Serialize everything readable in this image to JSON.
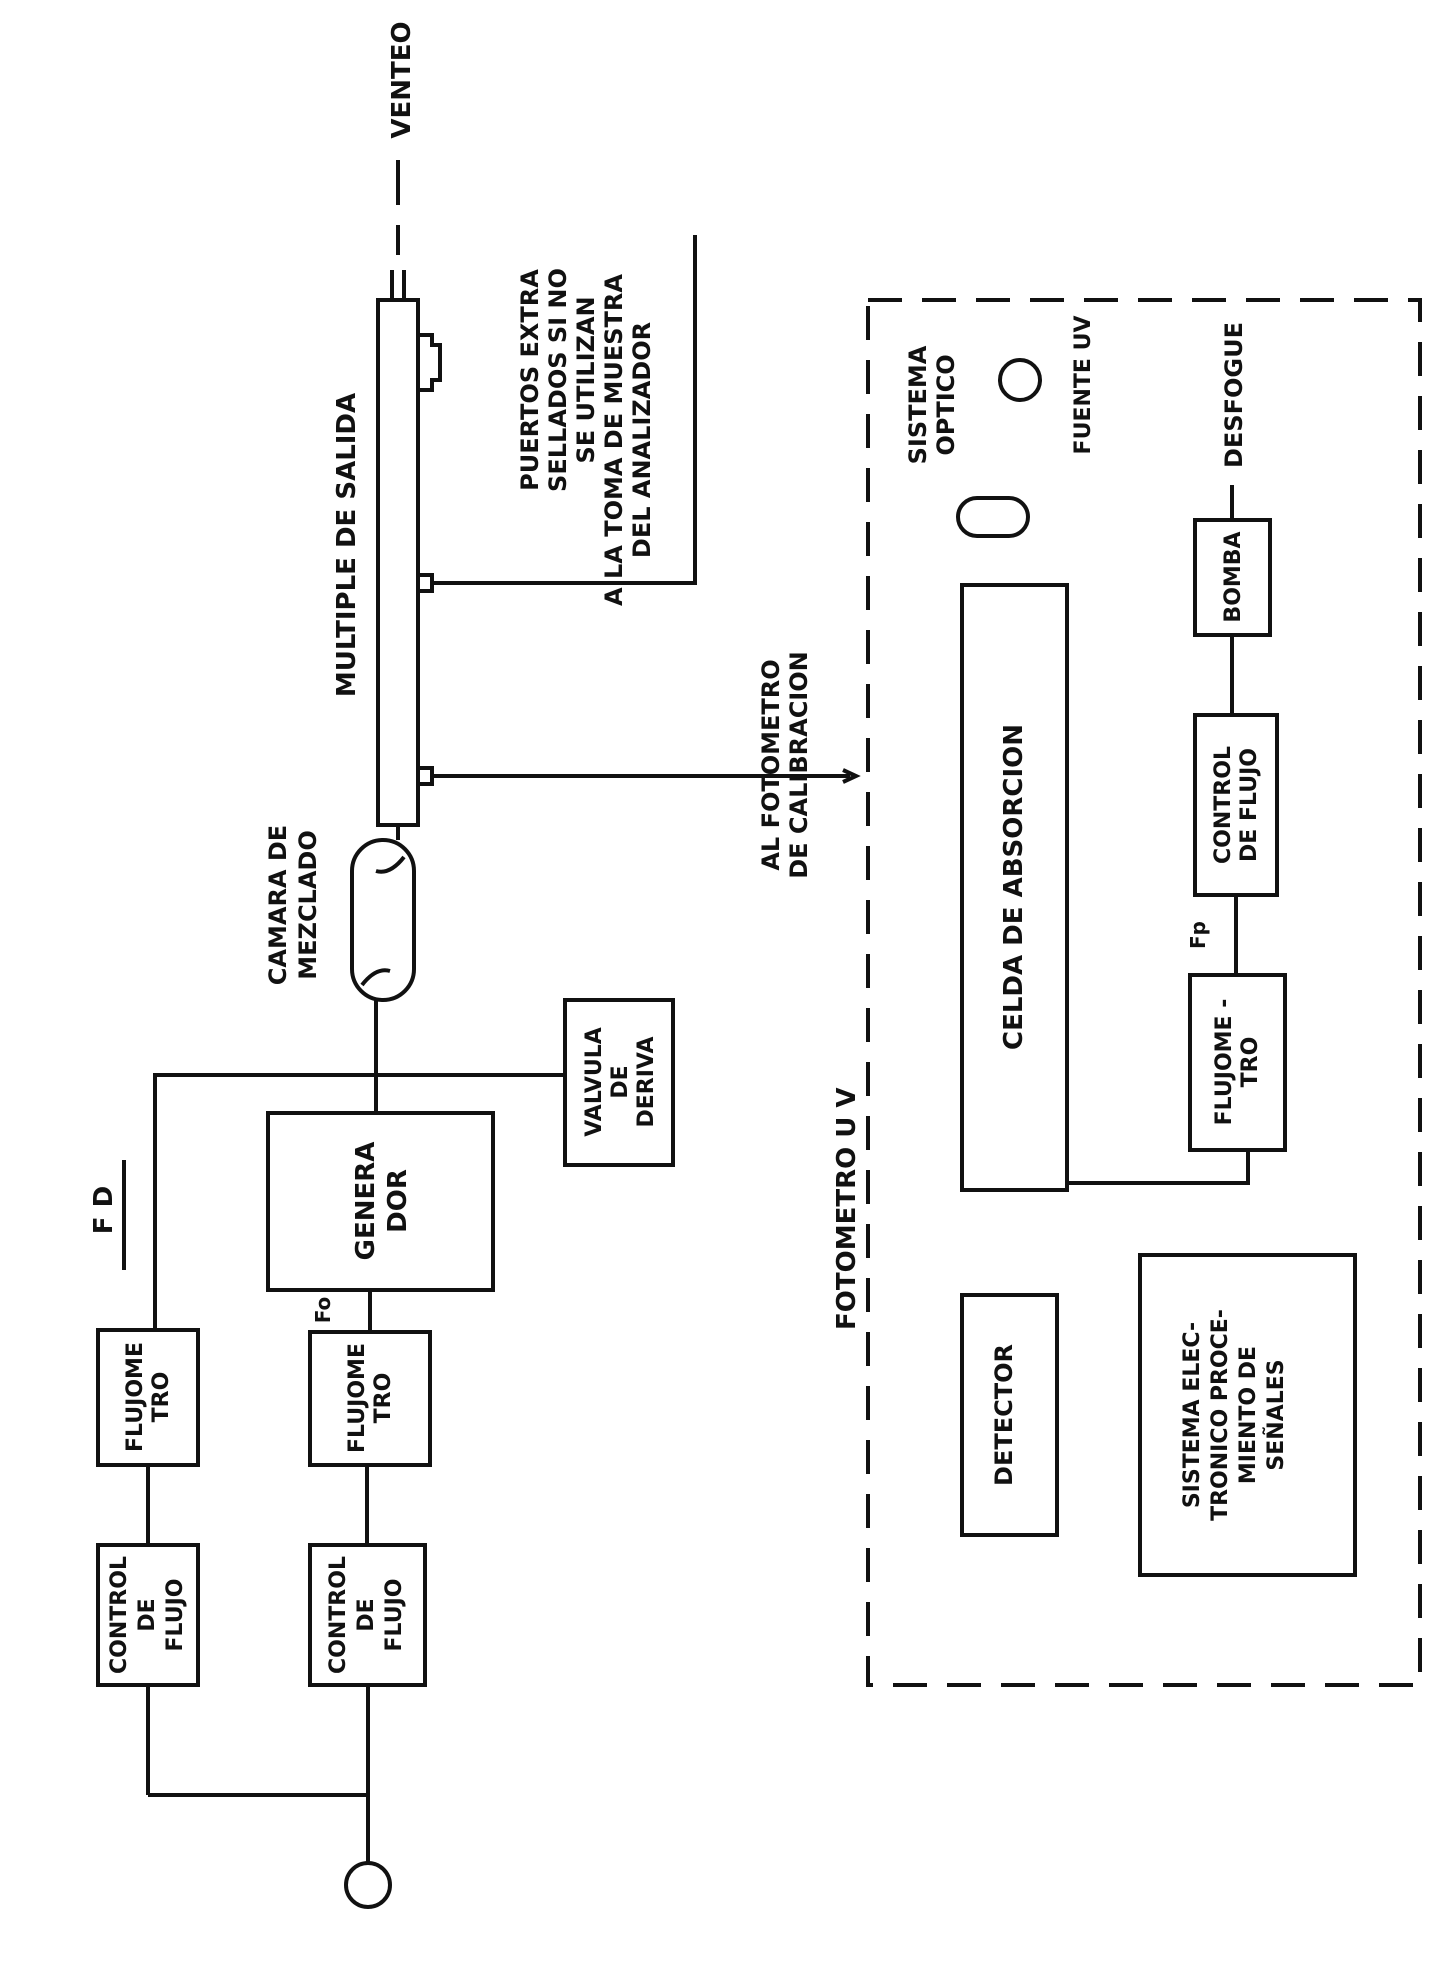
{
  "labels": {
    "venteo": "VENTEO",
    "multiple": "MULTIPLE DE SALIDA",
    "puertos": [
      "PUERTOS EXTRA",
      "SELLADOS SI NO",
      "SE UTILIZAN"
    ],
    "toma": [
      "A LA TOMA DE MUESTRA",
      "DEL ANALIZADOR"
    ],
    "al_fotometro": [
      "AL FOTOMETRO",
      "DE CALIBRACION"
    ],
    "camara": [
      "CAMARA DE",
      "MEZCLADO"
    ],
    "fd": "F D",
    "fo": "Fo",
    "fp": "Fp",
    "fotometro_uv": "FOTOMETRO  U V",
    "sistema_optico": [
      "SISTEMA",
      "OPTICO"
    ],
    "fuente_uv": "FUENTE UV",
    "desfogue": "DESFOGUE"
  },
  "boxes": {
    "control_flujo_1": [
      "CONTROL",
      "DE",
      "FLUJO"
    ],
    "flujometro_1": [
      "FLUJOME",
      "TRO"
    ],
    "control_flujo_2": [
      "CONTROL",
      "DE",
      "FLUJO"
    ],
    "flujometro_2": [
      "FLUJOME",
      "TRO"
    ],
    "generador": [
      "GENERA",
      "DOR"
    ],
    "valvula": [
      "VALVULA",
      "DE",
      "DERIVA"
    ],
    "celda": "CELDA DE ABSORCION",
    "bomba": "BOMBA",
    "control_flujo_3": [
      "CONTROL",
      "DE FLUJO"
    ],
    "flujometro_3": [
      "FLUJOME -",
      "TRO"
    ],
    "detector": "DETECTOR",
    "sistema_electronico": [
      "SISTEMA ELEC-",
      "TRONICO PROCE-",
      "MIENTO DE",
      "SEÑALES"
    ]
  }
}
